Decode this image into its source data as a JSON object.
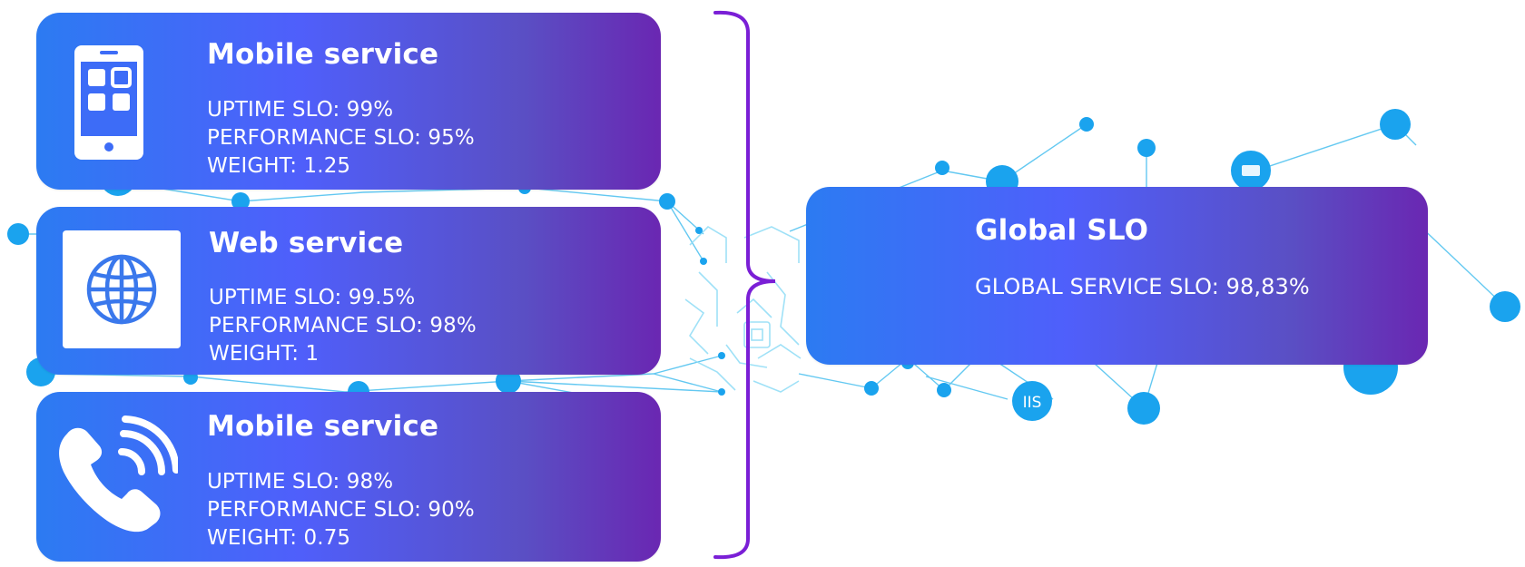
{
  "services": [
    {
      "title": "Mobile service",
      "icon": "smartphone-icon",
      "lines": [
        "UPTIME SLO: 99%",
        "PERFORMANCE SLO: 95%",
        "WEIGHT: 1.25"
      ]
    },
    {
      "title": "Web service",
      "icon": "globe-icon",
      "lines": [
        "UPTIME SLO: 99.5%",
        "PERFORMANCE SLO: 98%",
        "WEIGHT: 1"
      ]
    },
    {
      "title": "Mobile service",
      "icon": "phone-signal-icon",
      "lines": [
        "UPTIME SLO: 98%",
        "PERFORMANCE SLO: 90%",
        "WEIGHT: 0.75"
      ]
    }
  ],
  "global": {
    "title": "Global SLO",
    "line": "GLOBAL SERVICE SLO: 98,83%"
  },
  "background": {
    "node_labels": [
      "IIS"
    ]
  },
  "colors": {
    "gradient_start": "#2c7bf2",
    "gradient_mid": "#4f5ffb",
    "gradient_end": "#6a27b2",
    "bracket": "#7a1fd6",
    "network_node": "#1aa3ee",
    "network_line": "#53c3f0"
  }
}
